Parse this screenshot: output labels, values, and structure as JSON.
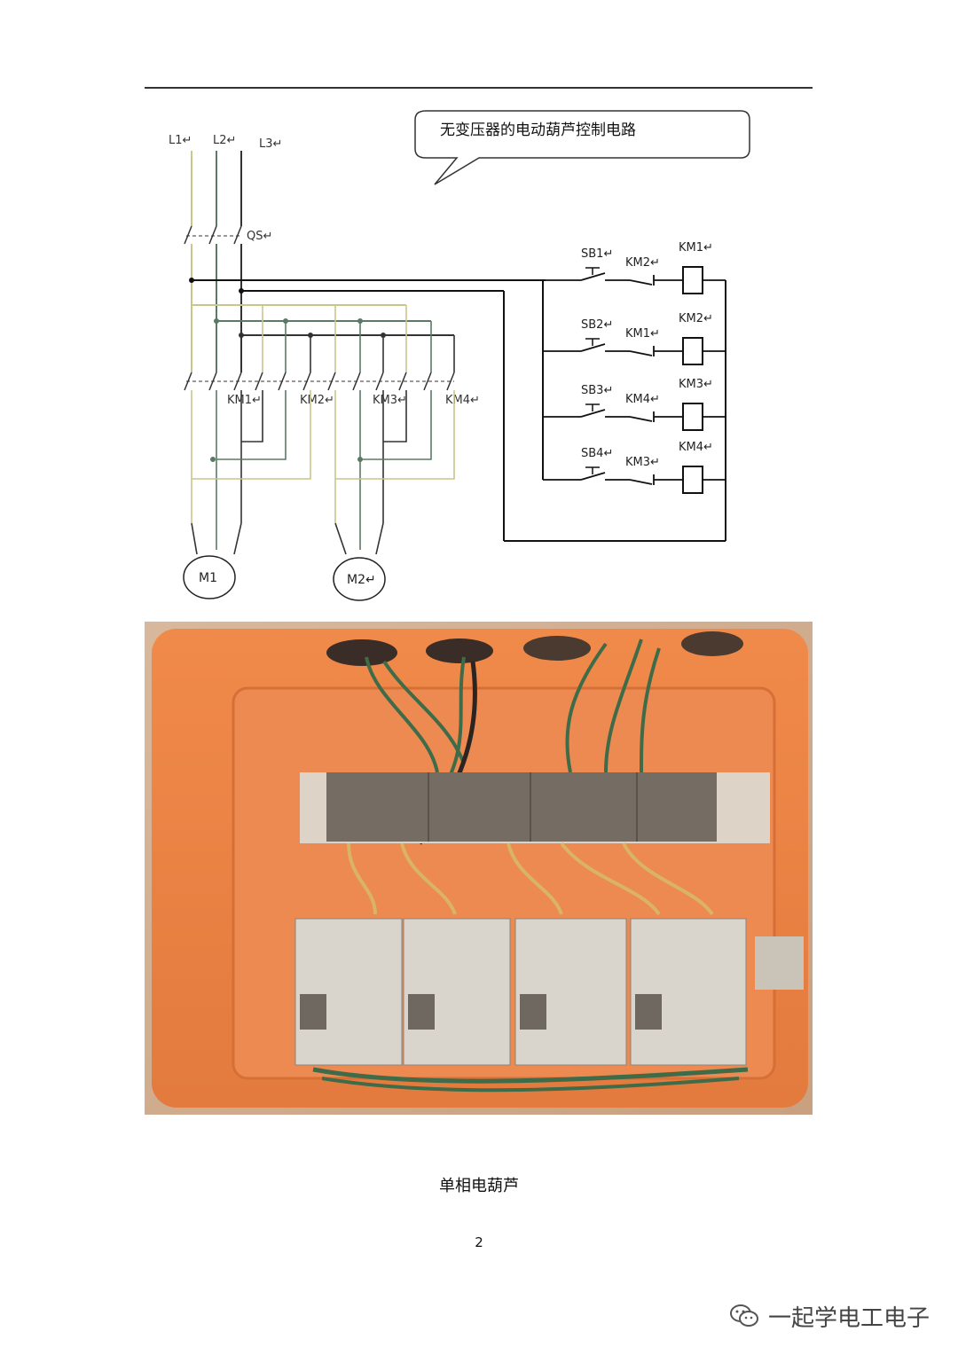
{
  "diagram": {
    "callout": "无变压器的电动葫芦控制电路",
    "labels": {
      "l1": "L1↵",
      "l2": "L2↵",
      "l3": "L3↵",
      "qs": "QS↵",
      "km1_main": "KM1↵",
      "km2_main": "KM2↵",
      "km3_main": "KM3↵",
      "km4_main": "KM4↵",
      "m1": "M1",
      "m2": "M2↵"
    },
    "control_rows": [
      {
        "button": "SB1↵",
        "interlock": "KM2↵",
        "coil": "KM1↵"
      },
      {
        "button": "SB2↵",
        "interlock": "KM1↵",
        "coil": "KM2↵"
      },
      {
        "button": "SB3↵",
        "interlock": "KM4↵",
        "coil": "KM3↵"
      },
      {
        "button": "SB4↵",
        "interlock": "KM3↵",
        "coil": "KM4↵"
      }
    ]
  },
  "caption": "单相电葫芦",
  "page_number": "2",
  "watermark": {
    "text": "一起学电工电子",
    "icon": "wechat-icon"
  }
}
